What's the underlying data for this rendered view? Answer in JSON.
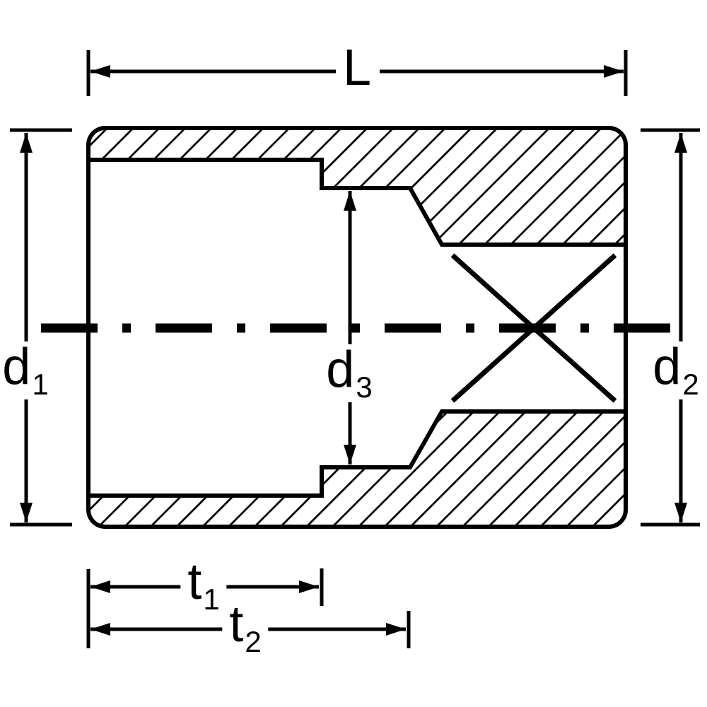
{
  "diagram": {
    "kind": "technical-drawing-socket-cross-section",
    "colors": {
      "line": "#000000",
      "background": "#ffffff"
    },
    "labels": {
      "L": {
        "base": "L",
        "sub": ""
      },
      "d1": {
        "base": "d",
        "sub": "1"
      },
      "d2": {
        "base": "d",
        "sub": "2"
      },
      "d3": {
        "base": "d",
        "sub": "3"
      },
      "t1": {
        "base": "t",
        "sub": "1"
      },
      "t2": {
        "base": "t",
        "sub": "2"
      }
    }
  }
}
